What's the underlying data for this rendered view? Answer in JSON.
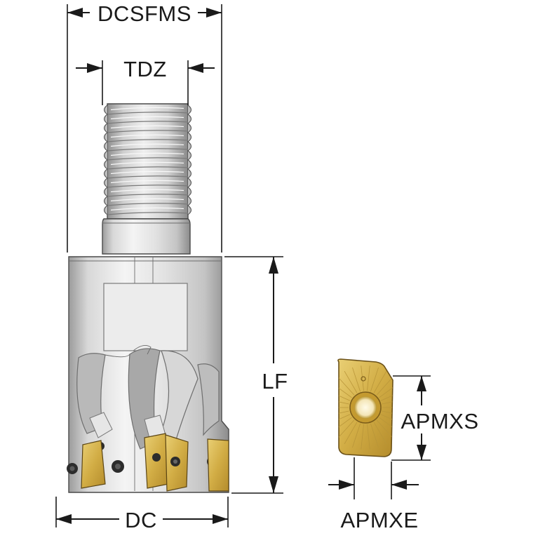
{
  "dimensions": {
    "dcsfms": "DCSFMS",
    "tdz": "TDZ",
    "lf": "LF",
    "dc": "DC",
    "apmxs": "APMXS",
    "apmxe": "APMXE"
  },
  "colors": {
    "steel_light": "#f0f0f0",
    "steel_mid": "#c9c9c9",
    "steel_dark": "#8e8e8e",
    "insert_gold": "#d4b24a",
    "insert_gold_dark": "#a8852a",
    "line": "#1a1a1a"
  }
}
